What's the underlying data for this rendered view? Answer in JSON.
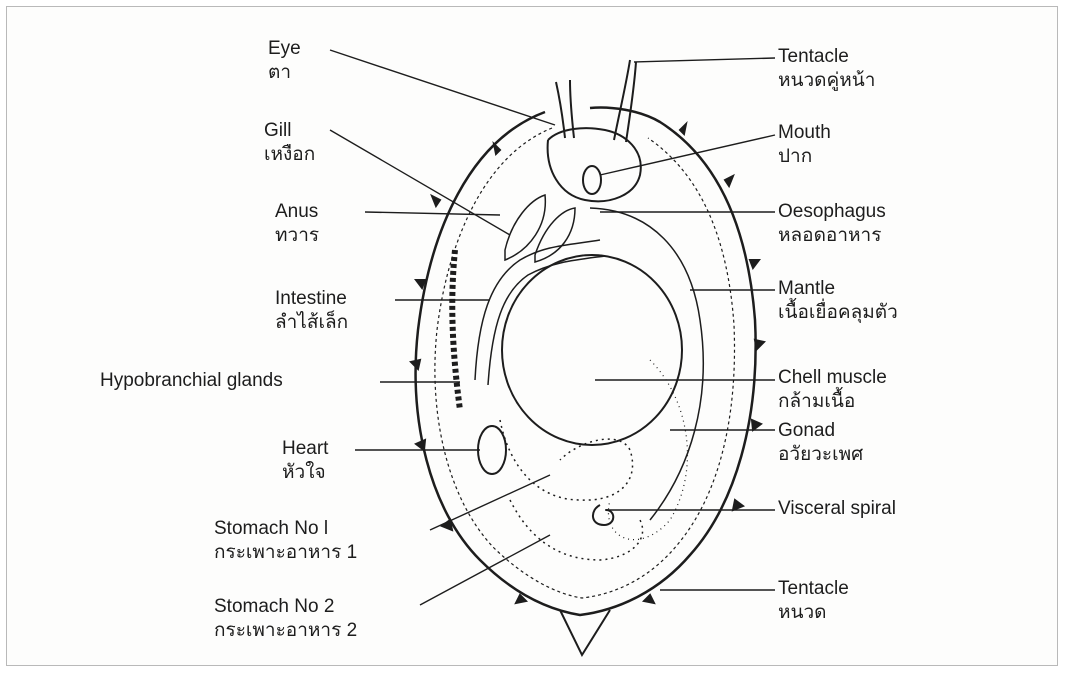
{
  "labels": {
    "eye": {
      "en": "Eye",
      "th": "ตา"
    },
    "gill": {
      "en": "Gill",
      "th": "เหงือก"
    },
    "anus": {
      "en": "Anus",
      "th": "ทวาร"
    },
    "intestine": {
      "en": "Intestine",
      "th": "ลำไส้เล็ก"
    },
    "hypobranchial": {
      "en": "Hypobranchial  glands"
    },
    "heart": {
      "en": "Heart",
      "th": "หัวใจ"
    },
    "stomach1": {
      "en": "Stomach No l",
      "th": "กระเพาะอาหาร  1"
    },
    "stomach2": {
      "en": "Stomach  No 2",
      "th": "กระเพาะอาหาร  2"
    },
    "tentacle_top": {
      "en": "Tentacle",
      "th": "หนวดคู่หน้า"
    },
    "mouth": {
      "en": "Mouth",
      "th": "ปาก"
    },
    "oesophagus": {
      "en": "Oesophagus",
      "th": "หลอดอาหาร"
    },
    "mantle": {
      "en": "Mantle",
      "th": "เนื้อเยื่อคลุมตัว"
    },
    "shell_muscle": {
      "en": "Chell muscle",
      "th": "กล้ามเนื้อ"
    },
    "gonad": {
      "en": "Gonad",
      "th": "อวัยวะเพศ"
    },
    "visceral": {
      "en": "Visceral spiral"
    },
    "tentacle_bottom": {
      "en": "Tentacle",
      "th": "หนวด"
    }
  },
  "colors": {
    "ink": "#1d1d1d",
    "paper": "#fdfdfc"
  }
}
